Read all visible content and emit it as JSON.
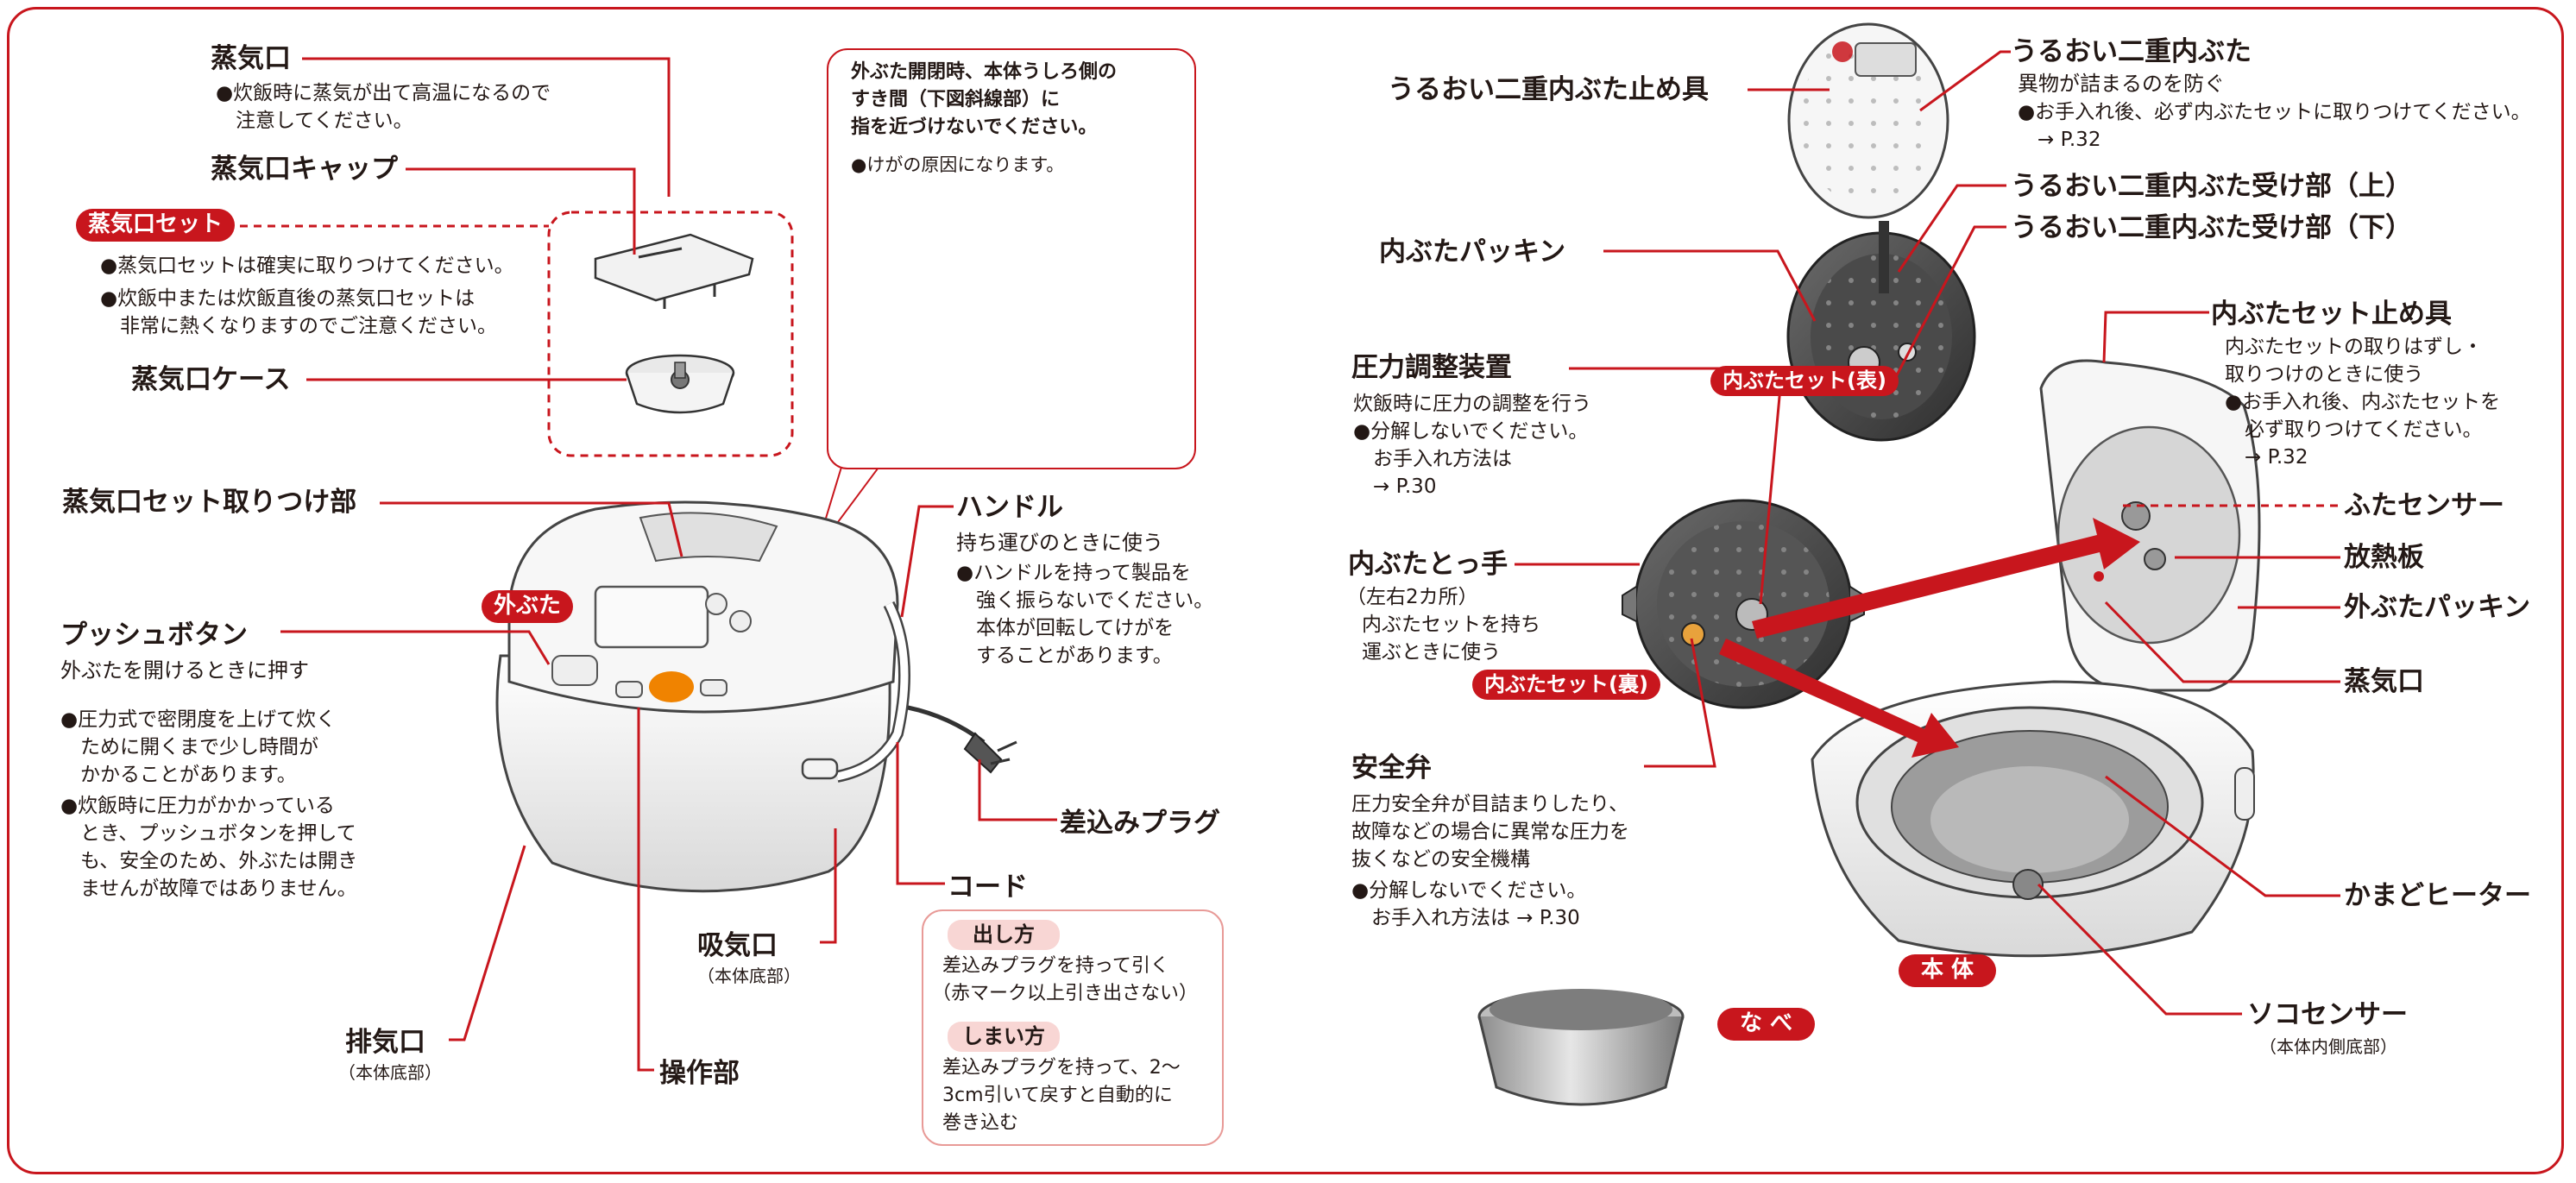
{
  "colors": {
    "accent": "#c8161d",
    "pink": "#f8d6d4",
    "orange": "#f08300"
  },
  "left": {
    "steam_port": {
      "label": "蒸気口",
      "note": [
        "●炊飯時に蒸気が出て高温になるので",
        "　注意してください。"
      ]
    },
    "steam_cap": {
      "label": "蒸気口キャップ"
    },
    "steam_set": {
      "badge": "蒸気口セット",
      "notes": [
        "●蒸気口セットは確実に取りつけてください。",
        "●炊飯中または炊飯直後の蒸気口セットは",
        "　非常に熱くなりますのでご注意ください。"
      ]
    },
    "steam_case": {
      "label": "蒸気口ケース"
    },
    "warning": {
      "title": [
        "外ぶた開閉時、本体うしろ側の",
        "すき間（下図斜線部）に",
        "指を近づけないでください。"
      ],
      "note": "●けがの原因になります。"
    },
    "mount": {
      "label": "蒸気口セット取りつけ部"
    },
    "outer_lid": {
      "badge": "外ぶた"
    },
    "push_button": {
      "label": "プッシュボタン",
      "sub": "外ぶたを開けるときに押す",
      "notes": [
        "●圧力式で密閉度を上げて炊く",
        "　ために開くまで少し時間が",
        "　かかることがあります。",
        "●炊飯時に圧力がかかっている",
        "　とき、プッシュボタンを押して",
        "　も、安全のため、外ぶたは開き",
        "　ませんが故障ではありません。"
      ]
    },
    "handle": {
      "label": "ハンドル",
      "sub": "持ち運びのときに使う",
      "notes": [
        "●ハンドルを持って製品を",
        "　強く振らないでください。",
        "　本体が回転してけがを",
        "　することがあります。"
      ]
    },
    "plug": {
      "label": "差込みプラグ"
    },
    "cord": {
      "label": "コード"
    },
    "intake": {
      "label": "吸気口",
      "sub": "（本体底部）"
    },
    "exhaust": {
      "label": "排気口",
      "sub": "（本体底部）"
    },
    "control": {
      "label": "操作部"
    },
    "pull": {
      "title": "出し方",
      "text": [
        "差込みプラグを持って引く",
        "（赤マーク以上引き出さない）"
      ]
    },
    "store": {
      "title": "しまい方",
      "text": [
        "差込みプラグを持って、2〜",
        "3cm引いて戻すと自動的に",
        "巻き込む"
      ]
    }
  },
  "right": {
    "stopper": {
      "label": "うるおい二重内ぶた止め具"
    },
    "inner_lid2": {
      "label": "うるおい二重内ぶた",
      "sub": "異物が詰まるのを防ぐ",
      "notes": [
        "●お手入れ後、必ず内ぶたセットに取りつけてください。",
        "　→ P.32"
      ]
    },
    "recv_top": {
      "label": "うるおい二重内ぶた受け部（上）"
    },
    "recv_bottom": {
      "label": "うるおい二重内ぶた受け部（下）"
    },
    "packing": {
      "label": "内ぶたパッキン"
    },
    "set_front": {
      "badge": "内ぶたセット(表)"
    },
    "pressure": {
      "label": "圧力調整装置",
      "notes": [
        "炊飯時に圧力の調整を行う",
        "●分解しないでください。",
        "　お手入れ方法は",
        "　→ P.30"
      ]
    },
    "knob": {
      "label": "内ぶたとっ手",
      "notes": [
        "（左右2カ所）",
        "内ぶたセットを持ち",
        "運ぶときに使う"
      ]
    },
    "set_back": {
      "badge": "内ぶたセット(裏)"
    },
    "safety": {
      "label": "安全弁",
      "notes": [
        "圧力安全弁が目詰まりしたり、",
        "故障などの場合に異常な圧力を",
        "抜くなどの安全機構",
        "●分解しないでください。",
        "　お手入れ方法は → P.30"
      ]
    },
    "set_stopper": {
      "label": "内ぶたセット止め具",
      "notes": [
        "内ぶたセットの取りはずし・",
        "取りつけのときに使う",
        "●お手入れ後、内ぶたセットを",
        "　必ず取りつけてください。",
        "　→ P.32"
      ]
    },
    "sensor": {
      "label": "ふたセンサー"
    },
    "radiator": {
      "label": "放熱板"
    },
    "outer_packing": {
      "label": "外ぶたパッキン"
    },
    "steam_port": {
      "label": "蒸気口"
    },
    "heater": {
      "label": "かまどヒーター"
    },
    "body": {
      "badge": "本 体"
    },
    "pot": {
      "badge": "な べ"
    },
    "bottom_sensor": {
      "label": "ソコセンサー",
      "sub": "（本体内側底部）"
    }
  }
}
